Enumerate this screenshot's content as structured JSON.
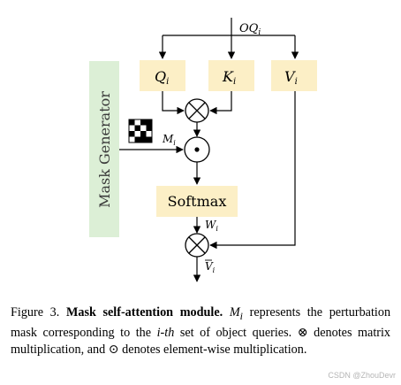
{
  "diagram": {
    "input_label": "OQ",
    "input_sub": "i",
    "q_label": "Q",
    "q_sub": "i",
    "k_label": "K",
    "k_sub": "i",
    "v_label": "V",
    "v_sub": "i",
    "mask_generator_label": "Mask Generator",
    "mask_label": "M",
    "mask_sub": "i",
    "softmax_label": "Softmax",
    "weights_label": "W",
    "weights_sub": "i",
    "output_label": "V",
    "output_sub": "i",
    "matmul_symbol": "⊗",
    "elementwise_symbol": "⊙"
  },
  "caption": {
    "figure_number": "Figure 3.",
    "title": "Mask self-attention module.",
    "m_symbol": "M",
    "m_sub": "i",
    "text_1": "represents the perturbation mask corresponding to the",
    "ith": "i-th",
    "text_2": "set of object queries.",
    "matmul_symbol": "⊗",
    "text_3": "denotes matrix multiplication, and",
    "elementwise_symbol": "⊙",
    "text_4": "denotes element-wise multiplication."
  },
  "watermark": "CSDN @ZhouDevr",
  "colors": {
    "box_fill": "#fcefc6",
    "mask_generator_fill": "#dcefd6",
    "mask_generator_text": "#3a3a3a"
  }
}
